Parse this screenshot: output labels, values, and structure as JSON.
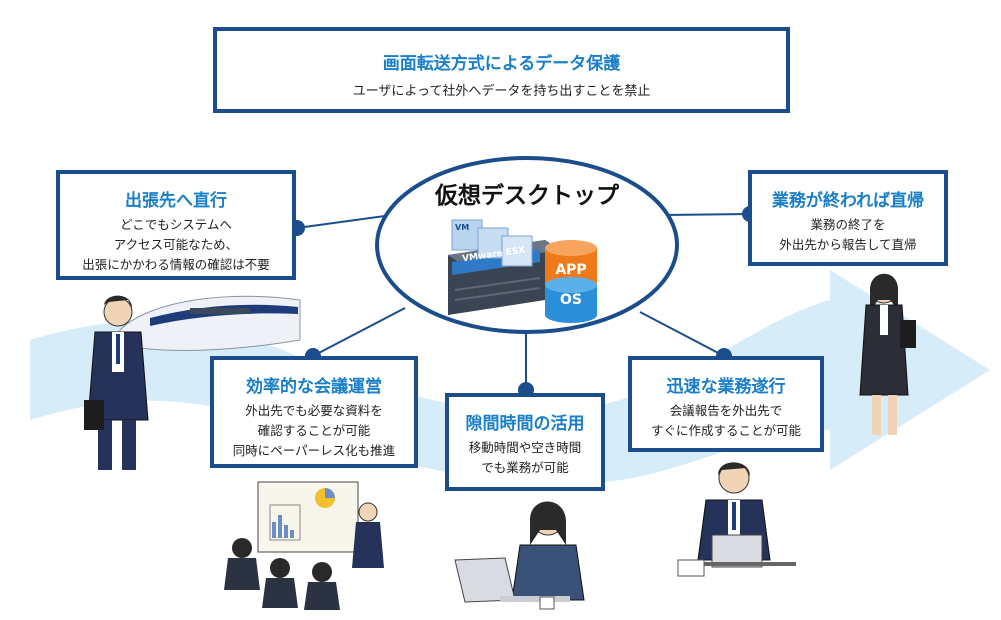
{
  "top": {
    "title": "画面転送方式によるデータ保護",
    "subtitle": "ユーザによって社外へデータを持ち出すことを禁止"
  },
  "center": {
    "title": "仮想デスクトップ",
    "server_label": "VMware ESX",
    "vm_tag": "VM",
    "app_label": "APP",
    "os_label": "OS"
  },
  "boxes": {
    "direct": {
      "title": "出張先へ直行",
      "body": "どこでもシステムへ\nアクセス可能なため、\n出張にかかわる情報の確認は不要"
    },
    "home": {
      "title": "業務が終われば直帰",
      "body": "業務の終了を\n外出先から報告して直帰"
    },
    "meeting": {
      "title": "効率的な会議運営",
      "body": "外出先でも必要な資料を\n確認することが可能\n同時にペーパーレス化も推進"
    },
    "gap": {
      "title": "隙間時間の活用",
      "body": "移動時間や空き時間\nでも業務が可能"
    },
    "fast": {
      "title": "迅速な業務遂行",
      "body": "会議報告を外出先で\nすぐに作成することが可能"
    }
  },
  "colors": {
    "border": "#1b4d8c",
    "title": "#1a7fc8",
    "arrow": "#cfe8f7",
    "app": "#f07a1a",
    "os": "#2a8fd8"
  }
}
